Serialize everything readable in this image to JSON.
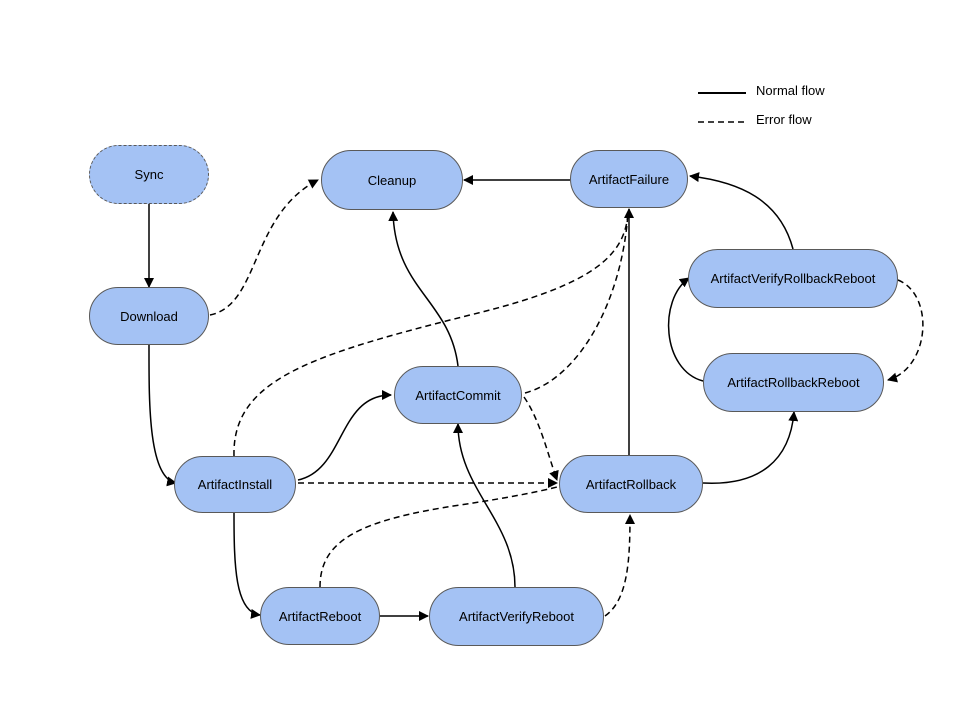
{
  "legend": {
    "normal_label": "Normal flow",
    "error_label": "Error flow"
  },
  "nodes": {
    "sync": "Sync",
    "download": "Download",
    "cleanup": "Cleanup",
    "artifact_failure": "ArtifactFailure",
    "artifact_verify_rollback_reboot": "ArtifactVerifyRollbackReboot",
    "artifact_rollback_reboot": "ArtifactRollbackReboot",
    "artifact_commit": "ArtifactCommit",
    "artifact_install": "ArtifactInstall",
    "artifact_rollback": "ArtifactRollback",
    "artifact_reboot": "ArtifactReboot",
    "artifact_verify_reboot": "ArtifactVerifyReboot"
  },
  "colors": {
    "node_fill": "#a4c2f4",
    "node_border": "#595959",
    "edge": "#000000"
  },
  "edges": [
    {
      "from": "sync",
      "to": "download",
      "style": "normal"
    },
    {
      "from": "download",
      "to": "cleanup",
      "style": "error"
    },
    {
      "from": "download",
      "to": "artifact_install",
      "style": "normal"
    },
    {
      "from": "artifact_failure",
      "to": "cleanup",
      "style": "normal"
    },
    {
      "from": "artifact_commit",
      "to": "cleanup",
      "style": "normal"
    },
    {
      "from": "artifact_install",
      "to": "artifact_failure",
      "style": "error"
    },
    {
      "from": "artifact_commit",
      "to": "artifact_failure",
      "style": "error"
    },
    {
      "from": "artifact_rollback",
      "to": "artifact_failure",
      "style": "normal"
    },
    {
      "from": "artifact_verify_rollback_reboot",
      "to": "artifact_failure",
      "style": "normal"
    },
    {
      "from": "artifact_verify_rollback_reboot",
      "to": "artifact_rollback_reboot",
      "style": "error"
    },
    {
      "from": "artifact_rollback_reboot",
      "to": "artifact_verify_rollback_reboot",
      "style": "normal"
    },
    {
      "from": "artifact_rollback",
      "to": "artifact_rollback_reboot",
      "style": "normal"
    },
    {
      "from": "artifact_install",
      "to": "artifact_commit",
      "style": "normal"
    },
    {
      "from": "artifact_install",
      "to": "artifact_rollback",
      "style": "error"
    },
    {
      "from": "artifact_commit",
      "to": "artifact_rollback",
      "style": "error"
    },
    {
      "from": "artifact_install",
      "to": "artifact_reboot",
      "style": "normal"
    },
    {
      "from": "artifact_reboot",
      "to": "artifact_verify_reboot",
      "style": "normal"
    },
    {
      "from": "artifact_reboot",
      "to": "artifact_rollback",
      "style": "error"
    },
    {
      "from": "artifact_verify_reboot",
      "to": "artifact_commit",
      "style": "normal"
    },
    {
      "from": "artifact_verify_reboot",
      "to": "artifact_rollback",
      "style": "error"
    }
  ]
}
